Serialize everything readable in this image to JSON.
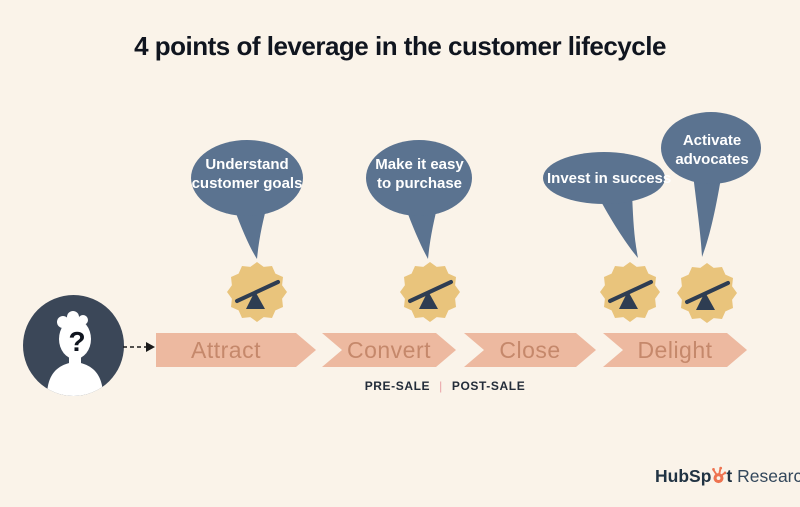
{
  "title": "4 points of leverage in the customer lifecycle",
  "bubbles": [
    {
      "label": "Understand customer goals"
    },
    {
      "label": "Make it easy to purchase"
    },
    {
      "label": "Invest in success"
    },
    {
      "label": "Activate advocates"
    }
  ],
  "stages": [
    {
      "label": "Attract"
    },
    {
      "label": "Convert"
    },
    {
      "label": "Close"
    },
    {
      "label": "Delight"
    }
  ],
  "phase": {
    "pre": "PRE-SALE",
    "separator": "|",
    "post": "POST-SALE"
  },
  "persona": {
    "question_mark": "?"
  },
  "branding": {
    "brand_prefix": "HubSp",
    "brand_suffix": "t",
    "product": "Research"
  },
  "icons": {
    "badge": "lever-seesaw-badge",
    "persona": "anonymous-customer-silhouette",
    "arrow": "dashed-arrow",
    "logo_o": "hubspot-sprocket"
  },
  "colors": {
    "background": "#faf3e9",
    "bubble_blue": "#5b7390",
    "badge_gold": "#e9c47c",
    "lever_navy": "#2e3d52",
    "chevron_salmon": "#edb9a0",
    "chevron_text": "#c5886b",
    "persona_navy": "#3b4758",
    "separator_pink": "#e9a2a6",
    "hubspot_orange": "#ee7350",
    "hubspot_navy": "#213343",
    "title_text": "#10151f"
  }
}
